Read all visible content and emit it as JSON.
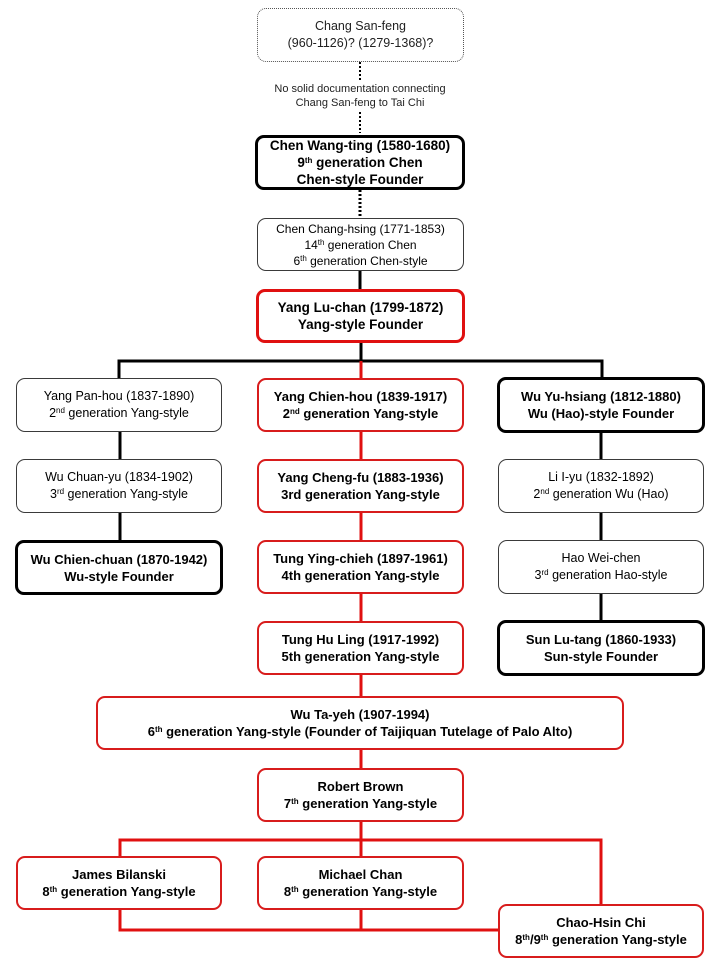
{
  "title": "Tai Chi Lineage Chart",
  "colors": {
    "lineage_red": "#e01010",
    "black": "#000000",
    "gray": "#555555"
  },
  "note": {
    "line1": "No solid documentation connecting",
    "line2": "Chang San-feng to Tai Chi"
  },
  "nodes": {
    "chang_san_feng": {
      "line1": "Chang San-feng",
      "line2": "(960-1126)? (1279-1368)?"
    },
    "chen_wang_ting": {
      "line1": "Chen Wang-ting (1580-1680)",
      "line2_num": "9",
      "line2_sup": "th",
      "line2_rest": " generation Chen",
      "line3": "Chen-style Founder"
    },
    "chen_chang_hsing": {
      "line1": "Chen Chang-hsing (1771-1853)",
      "line2_num": "14",
      "line2_sup": "th",
      "line2_rest": " generation Chen",
      "line3_num": "6",
      "line3_sup": "th",
      "line3_rest": " generation Chen-style"
    },
    "yang_lu_chan": {
      "line1": "Yang Lu-chan (1799-1872)",
      "line2": "Yang-style Founder"
    },
    "yang_pan_hou": {
      "line1": "Yang Pan-hou (1837-1890)",
      "line2_num": "2",
      "line2_sup": "nd",
      "line2_rest": " generation Yang-style"
    },
    "wu_chuan_yu": {
      "line1": "Wu Chuan-yu (1834-1902)",
      "line2_num": "3",
      "line2_sup": "rd",
      "line2_rest": " generation Yang-style"
    },
    "wu_chien_chuan": {
      "line1": "Wu Chien-chuan (1870-1942)",
      "line2": "Wu-style Founder"
    },
    "yang_chien_hou": {
      "line1": "Yang Chien-hou (1839-1917)",
      "line2_num": "2",
      "line2_sup": "nd",
      "line2_rest": " generation Yang-style"
    },
    "yang_cheng_fu": {
      "line1": "Yang Cheng-fu (1883-1936)",
      "line2": "3rd generation Yang-style"
    },
    "tung_ying_chieh": {
      "line1": "Tung Ying-chieh (1897-1961)",
      "line2": "4th generation Yang-style"
    },
    "tung_hu_ling": {
      "line1": "Tung Hu Ling (1917-1992)",
      "line2": "5th generation Yang-style"
    },
    "wu_yu_hsiang": {
      "line1": "Wu Yu-hsiang (1812-1880)",
      "line2": "Wu (Hao)-style Founder"
    },
    "li_i_yu": {
      "line1": "Li I-yu (1832-1892)",
      "line2_num": "2",
      "line2_sup": "nd",
      "line2_rest": " generation Wu (Hao)"
    },
    "hao_wei_chen": {
      "line1": "Hao Wei-chen",
      "line2_num": "3",
      "line2_sup": "rd",
      "line2_rest": " generation Hao-style"
    },
    "sun_lu_tang": {
      "line1": "Sun Lu-tang (1860-1933)",
      "line2": "Sun-style Founder"
    },
    "wu_ta_yeh": {
      "line1": "Wu Ta-yeh (1907-1994)",
      "line2_num": "6",
      "line2_sup": "th",
      "line2_rest": " generation Yang-style (Founder of Taijiquan Tutelage of Palo Alto)"
    },
    "robert_brown": {
      "line1": "Robert Brown",
      "line2_num": "7",
      "line2_sup": "th",
      "line2_rest": " generation Yang-style"
    },
    "james_bilanski": {
      "line1": "James Bilanski",
      "line2_num": "8",
      "line2_sup": "th",
      "line2_rest": " generation Yang-style"
    },
    "michael_chan": {
      "line1": "Michael Chan",
      "line2_num": "8",
      "line2_sup": "th",
      "line2_rest": " generation Yang-style"
    },
    "chao_hsin_chi": {
      "line1": "Chao-Hsin Chi",
      "line2_num": "8",
      "line2_sup": "th",
      "line2_mid": "/9",
      "line2_sup2": "th",
      "line2_rest": " generation Yang-style"
    }
  }
}
